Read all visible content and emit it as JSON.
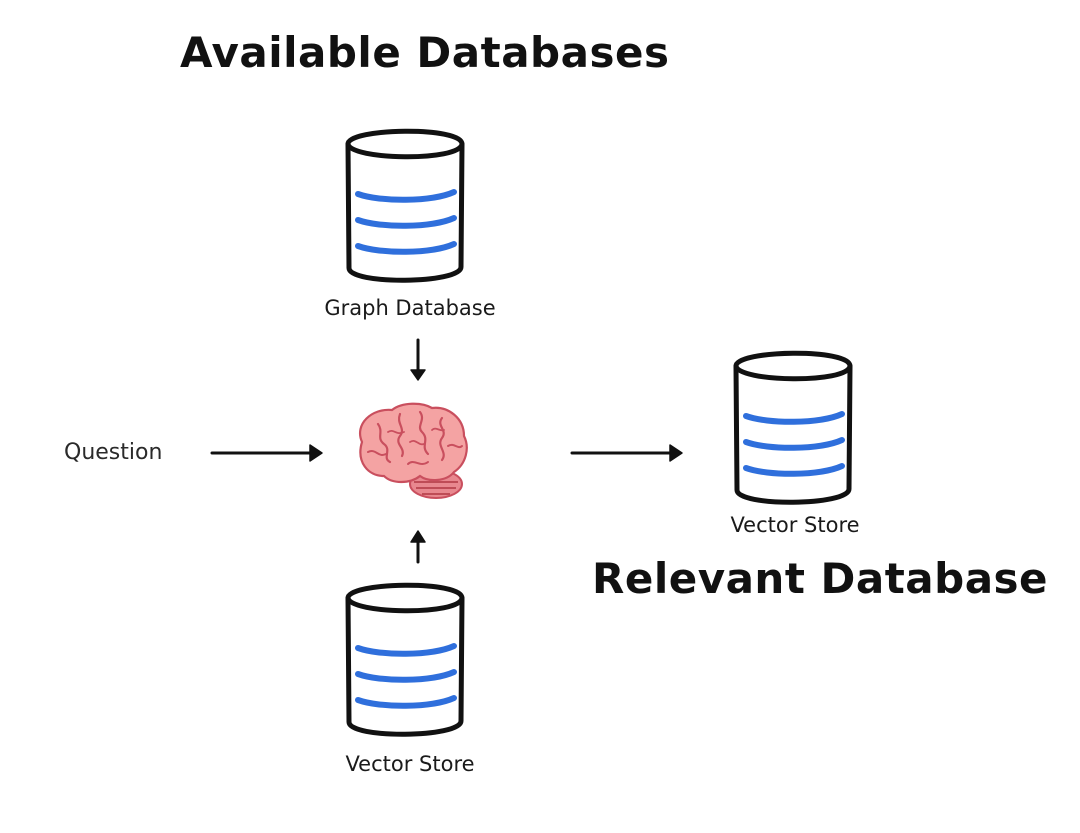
{
  "titles": {
    "available": "Available Databases",
    "relevant": "Relevant Database"
  },
  "nodes": {
    "graph_db": {
      "label": "Graph Database",
      "icon": "database-icon"
    },
    "vector_store_bottom": {
      "label": "Vector Store",
      "icon": "database-icon"
    },
    "vector_store_result": {
      "label": "Vector Store",
      "icon": "database-icon"
    },
    "router": {
      "icon": "brain-icon"
    },
    "question": {
      "label": "Question"
    }
  },
  "colors": {
    "stroke": "#111111",
    "stripe": "#2f6fdc",
    "brain_fill": "#f4a3a3",
    "brain_line": "#c94f5e"
  }
}
